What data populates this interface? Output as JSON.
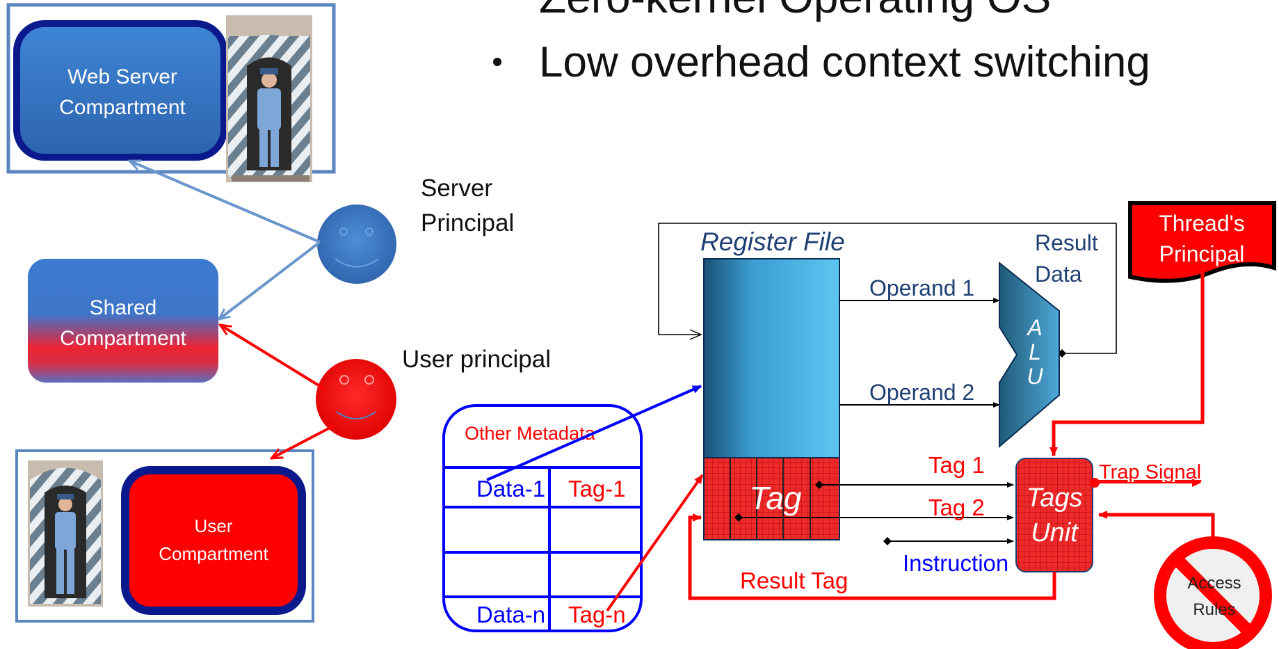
{
  "slide": {
    "bullets": [
      "Zero-kernel Operating OS",
      "Low overhead context switching"
    ]
  },
  "left_panel": {
    "web_server_compartment": [
      "Web Server",
      "Compartment"
    ],
    "shared_compartment": [
      "Shared",
      "Compartment"
    ],
    "user_compartment": [
      "User",
      "Compartment"
    ],
    "server_principal": [
      "Server",
      "Principal"
    ],
    "user_principal": "User principal"
  },
  "metadata_table": {
    "other_metadata": "Other Metadata",
    "rows": [
      {
        "data": "Data-1",
        "tag": "Tag-1"
      },
      {
        "data": "",
        "tag": ""
      },
      {
        "data": "",
        "tag": ""
      },
      {
        "data": "Data-n",
        "tag": "Tag-n"
      }
    ]
  },
  "pipeline": {
    "register_file": "Register File",
    "tag": "Tag",
    "operand_1": "Operand 1",
    "operand_2": "Operand 2",
    "alu": [
      "A",
      "L",
      "U"
    ],
    "result_data": [
      "Result",
      "Data"
    ],
    "threads_principal": [
      "Thread's",
      "Principal"
    ],
    "tag_1": "Tag 1",
    "tag_2": "Tag 2",
    "tags_unit": [
      "Tags",
      "Unit"
    ],
    "trap_signal": "Trap Signal",
    "instruction": "Instruction",
    "result_tag": "Result Tag",
    "access_rules": [
      "Access",
      "Rules"
    ]
  },
  "colors": {
    "blue_box": "#3f7fcf",
    "dark_blue_border": "#0a1a8c",
    "red": "#ff0000",
    "table_blue": "#0000ff",
    "register_cyan": "#4fb8e8",
    "alu_teal": "#2a6f8f",
    "guard_blue": "#5a8fd0"
  }
}
